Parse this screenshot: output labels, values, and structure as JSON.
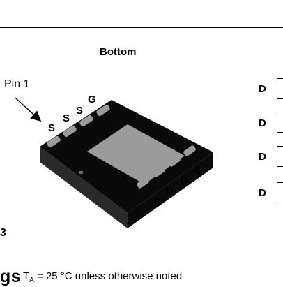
{
  "header": {
    "view_label": "Bottom",
    "pin1_label": "Pin 1"
  },
  "package": {
    "left_pins": [
      "S",
      "S",
      "S",
      "G"
    ],
    "bottom_pins": [
      "D",
      "D",
      "D",
      "D"
    ],
    "body_color": "#0a0a0a",
    "pad_color": "#9b9b9b",
    "edge_color": "#2a2a2a"
  },
  "side": {
    "pins": [
      "D",
      "D",
      "D",
      "D"
    ]
  },
  "figure": {
    "number_fragment": "3"
  },
  "ratings": {
    "heading_fragment": "gs",
    "condition_prefix": "T",
    "condition_sub": "A",
    "condition_suffix": " = 25 °C unless otherwise noted"
  }
}
